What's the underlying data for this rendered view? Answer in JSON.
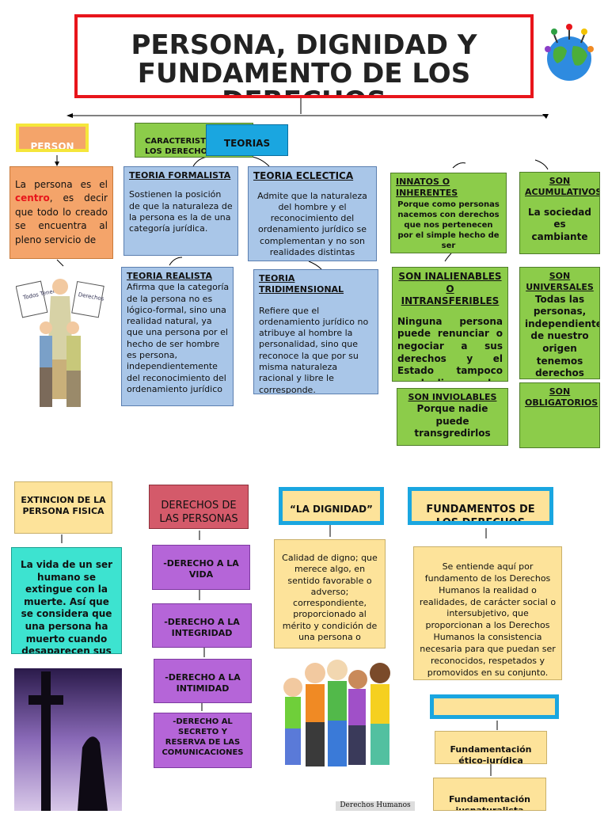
{
  "title": "PERSONA, DIGNIDAD Y FUNDAMENTO DE LOS DERECHOS",
  "top": {
    "persona_label": "PERSON",
    "caracteristicas_label": "CARACTERISTICAS DE LOS DERECHOS",
    "teorias_label": "TEORIAS"
  },
  "persona": {
    "text_before": "La persona es el ",
    "highlight": "centro",
    "text_after": ", es decir que todo lo creado se encuentra al pleno servicio de"
  },
  "persona_image": {
    "sign1": "Todos Tenemos",
    "sign2": "Derechos Humanos"
  },
  "teorias": {
    "formalista": {
      "title": "TEORIA FORMALISTA",
      "text": "Sostienen la posición de que la naturaleza de la persona es la de una categoría jurídica."
    },
    "eclectica": {
      "title": "TEORIA ECLECTICA",
      "text": "Admite que la naturaleza del hombre y el reconocimiento del ordenamiento jurídico se complementan y no son realidades distintas"
    },
    "realista": {
      "title": "TEORIA REALISTA",
      "text": "Afirma que la categoría de la persona no es lógico-formal, sino una realidad natural, ya que una persona por el hecho de ser hombre es persona, independientemente del reconocimiento del ordenamiento jurídico"
    },
    "tridimensional": {
      "title": "TEORIA TRIDIMENSIONAL",
      "text": "Refiere que el ordenamiento jurídico no atribuye al hombre la personalidad, sino que reconoce la que por su misma naturaleza racional y libre le corresponde."
    }
  },
  "caracteristicas": {
    "innatos": {
      "title": "INNATOS O INHERENTES",
      "text": "Porque como personas nacemos con derechos que nos pertenecen por el simple hecho de ser"
    },
    "acumulativos": {
      "title": "SON ACUMULATIVOS",
      "text": "La sociedad es cambiante"
    },
    "inalienables": {
      "title": "SON INALIENABLES O INTRANSFERIBLES",
      "text": "Ninguna persona puede renunciar o negociar a sus derechos y el Estado tampoco puede disponer de"
    },
    "universales": {
      "title": "SON UNIVERSALES",
      "text": "Todas las personas, independientemente de nuestro origen tenemos derechos"
    },
    "inviolables": {
      "title": "SON INVIOLABLES",
      "text": "Porque nadie puede transgredirlos"
    },
    "obligatorios": {
      "title": "SON OBLIGATORIOS"
    }
  },
  "extincion": {
    "title": "EXTINCION DE LA PERSONA FISICA",
    "text": "La vida de un ser humano se extingue con la muerte. Así que se considera que una persona ha muerto cuando desaparecen sus"
  },
  "derechos": {
    "title": "DERECHOS DE LAS PERSONAS",
    "items": [
      "-DERECHO A LA VIDA",
      "-DERECHO A LA INTEGRIDAD",
      "-DERECHO A LA INTIMIDAD",
      "-DERECHO AL SECRETO Y RESERVA DE LAS COMUNICACIONES"
    ]
  },
  "dignidad": {
    "title": "“LA DIGNIDAD”",
    "text": "Calidad de digno; que merece algo, en sentido favorable o adverso; correspondiente, proporcionado al mérito y condición de una persona o"
  },
  "fundamentos": {
    "title": "FUNDAMENTOS DE LOS DERECHOS",
    "text": "Se entiende aquí por fundamento de los Derechos Humanos la realidad o realidades, de carácter social o intersubjetivo, que proporcionan a los Derechos Humanos la consistencia necesaria para que puedan ser reconocidos, respetados y promovidos en su conjunto.",
    "items": [
      "Fundamentación ético-jurídica",
      "Fundamentación iusnaturalista"
    ]
  },
  "bottom_image_caption": "Derechos Humanos",
  "colors": {
    "blue": "#a9c6e8",
    "green": "#8ccc4a",
    "orange": "#f4a46a",
    "cream": "#fde39a",
    "purple": "#b565d8",
    "teal": "#3de3d0",
    "rose": "#d45a6a",
    "title_border": "#e8151b",
    "cyan_border": "#1aa6e0"
  }
}
